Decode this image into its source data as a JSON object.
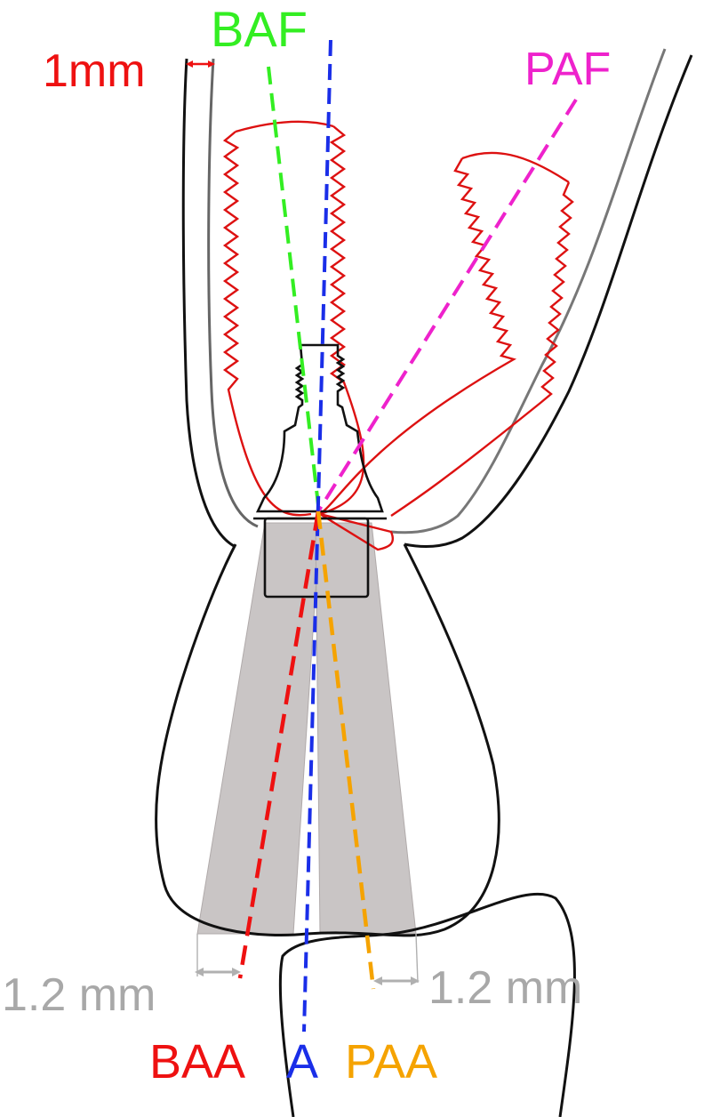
{
  "labels": {
    "top_dimension": "1mm",
    "baf": "BAF",
    "paf": "PAF",
    "baa": "BAA",
    "a": "A",
    "paa": "PAA",
    "left_dimension": "1.2 mm",
    "right_dimension": "1.2 mm"
  },
  "colors": {
    "baf": "#33ee22",
    "paf": "#ee22cc",
    "baa": "#ee1111",
    "a": "#1a2ee8",
    "paa": "#f5a300",
    "implant_outline": "#dd1111",
    "dimension_gray": "#a8a8a8",
    "zone_fill": "#c9c5c5",
    "outline": "#111111"
  }
}
